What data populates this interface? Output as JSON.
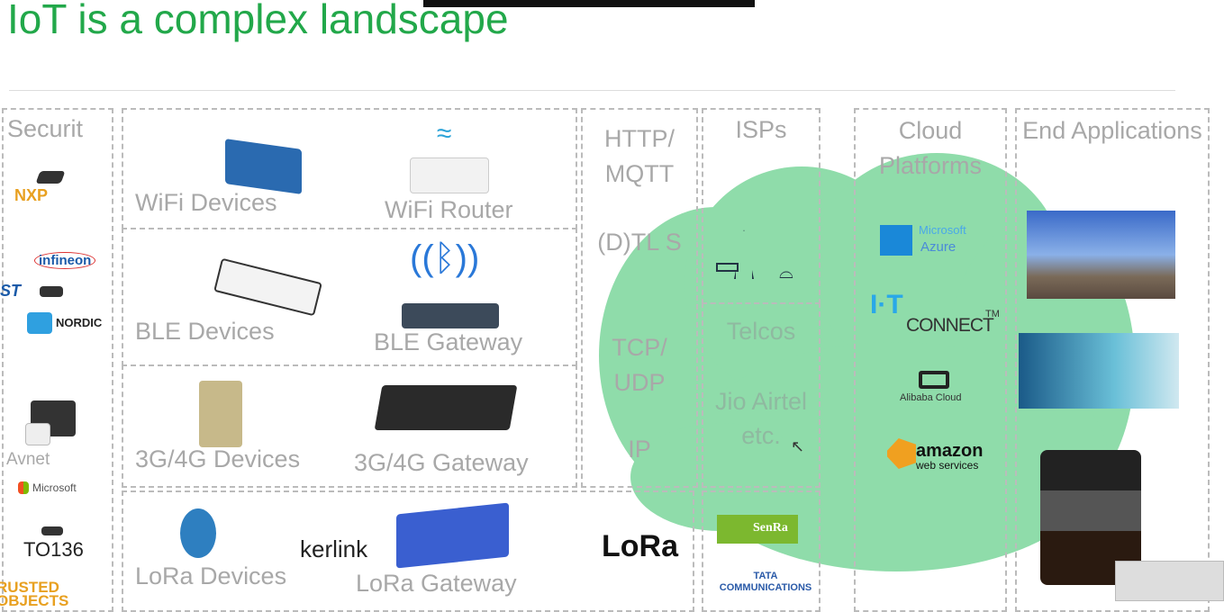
{
  "title": "IoT is a complex landscape",
  "security": {
    "label": "Securit",
    "logos": [
      "NXP",
      "infineon",
      "ST",
      "NORDIC",
      "Avnet",
      "Microsoft",
      "TO136",
      "RUSTED OBJECTS"
    ]
  },
  "devices": {
    "wifi_devices": "WiFi Devices",
    "wifi_router": "WiFi Router",
    "ble_devices": "BLE Devices",
    "ble_gateway": "BLE Gateway",
    "cell_devices": "3G/4G Devices",
    "cell_gateway": "3G/4G Gateway",
    "lora_devices": "LoRa Devices",
    "lora_gateway": "LoRa Gateway",
    "kerlink": "kerlink",
    "lora": "LoRa"
  },
  "protocols": {
    "http": "HTTP/ MQTT",
    "dtls": "(D)TL S",
    "tcp": "TCP/ UDP",
    "ip": "IP"
  },
  "isps": {
    "label": "ISPs",
    "telcos": "Telcos",
    "telco_list": "Jio Airtel etc.",
    "senra": "SenRa",
    "tata": "TATA COMMUNICATIONS"
  },
  "cloud": {
    "label": "Cloud Platforms",
    "azure_1": "Microsoft",
    "azure_2": "Azure",
    "iotconnect": "CONNECT",
    "tm": "TM",
    "alibaba": "Alibaba Cloud",
    "amazon": "amazon",
    "aws_sub": "web services"
  },
  "end": {
    "label": "End Applications"
  },
  "colors": {
    "title": "#22a84a",
    "cloud": "#8fdcaa"
  }
}
